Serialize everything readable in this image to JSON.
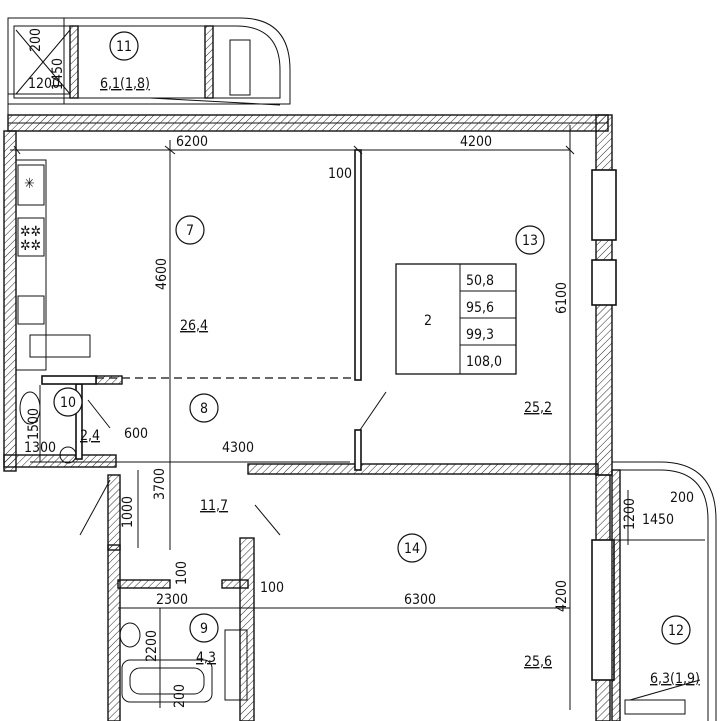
{
  "apartment": {
    "rooms_count": "2",
    "areas": [
      "50,8",
      "95,6",
      "99,3",
      "108,0"
    ]
  },
  "rooms": [
    {
      "id": "room-7",
      "number": "7",
      "area": "26,4"
    },
    {
      "id": "room-8",
      "number": "8",
      "area": "11,7"
    },
    {
      "id": "room-9",
      "number": "9",
      "area": "4,3"
    },
    {
      "id": "room-10",
      "number": "10",
      "area": "2,4"
    },
    {
      "id": "room-11",
      "number": "11",
      "area": "6,1(1,8)"
    },
    {
      "id": "room-12",
      "number": "12",
      "area": "6,3(1,9)"
    },
    {
      "id": "room-13",
      "number": "13",
      "area": "25,2"
    },
    {
      "id": "room-14",
      "number": "14",
      "area": "25,6"
    }
  ],
  "dimensions": {
    "d6200": "6200",
    "d4200_top": "4200",
    "d100_a": "100",
    "d4600": "4600",
    "d6100": "6100",
    "d4300": "4300",
    "d1500": "1500",
    "d1300": "1300",
    "d600": "600",
    "d3700": "3700",
    "d1000": "1000",
    "d100_b": "100",
    "d2300": "2300",
    "d100_c": "100",
    "d6300": "6300",
    "d4200_right": "4200",
    "d2200": "2200",
    "d200_a": "200",
    "d200_b": "200",
    "d1450_a": "1450",
    "d1200_a": "1200",
    "d200_c": "200",
    "d1200_b": "1200",
    "d1450_b": "1450"
  }
}
